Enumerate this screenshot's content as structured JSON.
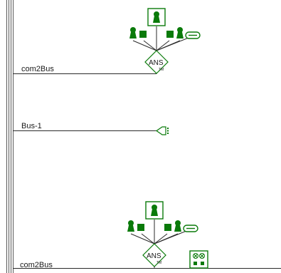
{
  "diagram": {
    "buses": [
      {
        "label": "com2Bus"
      },
      {
        "label": "Bus-1"
      },
      {
        "label": "com2Bus"
      }
    ],
    "nodes": [
      {
        "label": "ANS",
        "mark": "TM"
      },
      {
        "label": "ANS",
        "mark": "TM"
      }
    ]
  },
  "colors": {
    "symbol_green": "#0a7a0a",
    "line": "#2a2a2a",
    "background": "#ffffff"
  }
}
